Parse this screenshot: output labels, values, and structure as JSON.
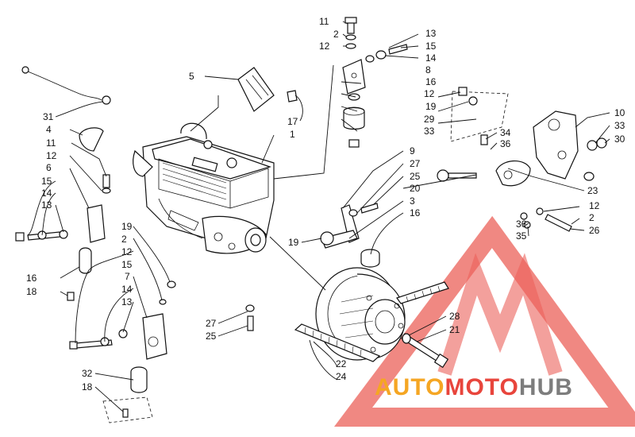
{
  "callouts": [
    {
      "id": "c1",
      "label": "1"
    },
    {
      "id": "c2a",
      "label": "2"
    },
    {
      "id": "c2b",
      "label": "2"
    },
    {
      "id": "c2c",
      "label": "2"
    },
    {
      "id": "c3",
      "label": "3"
    },
    {
      "id": "c4",
      "label": "4"
    },
    {
      "id": "c5",
      "label": "5"
    },
    {
      "id": "c6",
      "label": "6"
    },
    {
      "id": "c7",
      "label": "7"
    },
    {
      "id": "c8",
      "label": "8"
    },
    {
      "id": "c9",
      "label": "9"
    },
    {
      "id": "c10",
      "label": "10"
    },
    {
      "id": "c11a",
      "label": "11"
    },
    {
      "id": "c11b",
      "label": "11"
    },
    {
      "id": "c12a",
      "label": "12"
    },
    {
      "id": "c12b",
      "label": "12"
    },
    {
      "id": "c12c",
      "label": "12"
    },
    {
      "id": "c12d",
      "label": "12"
    },
    {
      "id": "c12e",
      "label": "12"
    },
    {
      "id": "c13a",
      "label": "13"
    },
    {
      "id": "c13b",
      "label": "13"
    },
    {
      "id": "c13c",
      "label": "13"
    },
    {
      "id": "c14a",
      "label": "14"
    },
    {
      "id": "c14b",
      "label": "14"
    },
    {
      "id": "c14c",
      "label": "14"
    },
    {
      "id": "c15a",
      "label": "15"
    },
    {
      "id": "c15b",
      "label": "15"
    },
    {
      "id": "c15c",
      "label": "15"
    },
    {
      "id": "c16a",
      "label": "16"
    },
    {
      "id": "c16b",
      "label": "16"
    },
    {
      "id": "c16c",
      "label": "16"
    },
    {
      "id": "c17",
      "label": "17"
    },
    {
      "id": "c18a",
      "label": "18"
    },
    {
      "id": "c18b",
      "label": "18"
    },
    {
      "id": "c19a",
      "label": "19"
    },
    {
      "id": "c19b",
      "label": "19"
    },
    {
      "id": "c19c",
      "label": "19"
    },
    {
      "id": "c20",
      "label": "20"
    },
    {
      "id": "c21",
      "label": "21"
    },
    {
      "id": "c22",
      "label": "22"
    },
    {
      "id": "c23",
      "label": "23"
    },
    {
      "id": "c24",
      "label": "24"
    },
    {
      "id": "c25a",
      "label": "25"
    },
    {
      "id": "c25b",
      "label": "25"
    },
    {
      "id": "c26",
      "label": "26"
    },
    {
      "id": "c27a",
      "label": "27"
    },
    {
      "id": "c27b",
      "label": "27"
    },
    {
      "id": "c28",
      "label": "28"
    },
    {
      "id": "c29",
      "label": "29"
    },
    {
      "id": "c30",
      "label": "30"
    },
    {
      "id": "c31",
      "label": "31"
    },
    {
      "id": "c32",
      "label": "32"
    },
    {
      "id": "c33a",
      "label": "33"
    },
    {
      "id": "c33b",
      "label": "33"
    },
    {
      "id": "c34",
      "label": "34"
    },
    {
      "id": "c35",
      "label": "35"
    },
    {
      "id": "c36a",
      "label": "36"
    },
    {
      "id": "c36b",
      "label": "36"
    }
  ],
  "watermark": {
    "part1": "AUTO",
    "part2": "MOTO",
    "part3": "HUB",
    "color_orange": "#f5a623",
    "color_red": "#e8453c",
    "color_gray": "#7d7d7d"
  }
}
